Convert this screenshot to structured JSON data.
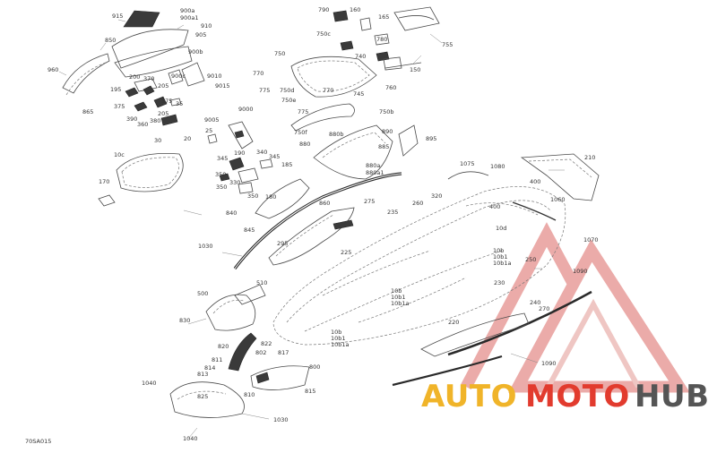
{
  "diagram_code": "70SA015",
  "watermark": {
    "part1": "AUTO",
    "part2": "MOTO",
    "part3": "HUB",
    "color1": "#f0b429",
    "color2": "#e23b2e",
    "color3": "#555555"
  },
  "labels": {
    "l915": "915",
    "l900a": "900a",
    "l900a1": "900a1",
    "l910": "910",
    "l905": "905",
    "l850": "850",
    "l900b": "900b",
    "l960": "960",
    "l865": "865",
    "l900c": "900c",
    "l9010": "9010",
    "l9015": "9015",
    "l200": "200",
    "l370": "370",
    "l195": "195",
    "l205a": "205",
    "l375a": "375",
    "l375b": "375",
    "l205b": "205",
    "l35": "35",
    "l390": "390",
    "l380": "380",
    "l360": "360",
    "l30": "30",
    "l9000": "9000",
    "l9005": "9005",
    "l25": "25",
    "l20": "20",
    "l10c": "10c",
    "l170": "170",
    "l190": "190",
    "l340": "340",
    "l345a": "345",
    "l345b": "345",
    "l185": "185",
    "l350a": "350",
    "l330": "330",
    "l350b": "350",
    "l180": "180",
    "l790": "790",
    "l160": "160",
    "l165": "165",
    "l750c": "750c",
    "l780": "780",
    "l755": "755",
    "l750": "750",
    "l740": "740",
    "l150": "150",
    "l770a": "770",
    "l775a": "775",
    "l750d": "750d",
    "l770b": "770",
    "l745": "745",
    "l760": "760",
    "l750e": "750e",
    "l750b": "750b",
    "l775b": "775",
    "l750f": "750f",
    "l880": "880",
    "l880b": "880b",
    "l890": "890",
    "l895": "895",
    "l885": "885",
    "l880a": "880a",
    "l880a1": "880a1",
    "l860": "860",
    "l840": "840",
    "l845": "845",
    "l1030a": "1030",
    "l295": "295",
    "l275": "275",
    "l235": "235",
    "l260": "260",
    "l225": "225",
    "l1075": "1075",
    "l1080": "1080",
    "l210": "210",
    "l320": "320",
    "l400": "400",
    "l1060": "1060",
    "l400b": "400",
    "l10d": "10d",
    "l10b": "10b",
    "l10b1": "10b1",
    "l10b1a": "10b1a",
    "l1070": "1070",
    "l250": "250",
    "l1090a": "1090",
    "l230": "230",
    "l240": "240",
    "l270": "270",
    "l10bm": "10b",
    "l10b1m": "10b1",
    "l10b1am": "10b1a",
    "l10bl": "10b",
    "l10b1l": "10b1",
    "l10b1al": "10b1a",
    "l500": "500",
    "l510": "510",
    "l830": "830",
    "l820": "820",
    "l822": "822",
    "l802": "802",
    "l817": "817",
    "l811": "811",
    "l814": "814",
    "l800": "800",
    "l813": "813",
    "l1040a": "1040",
    "l815": "815",
    "l825": "825",
    "l810": "810",
    "l1030b": "1030",
    "l1040b": "1040",
    "l220": "220",
    "l1090b": "1090"
  }
}
